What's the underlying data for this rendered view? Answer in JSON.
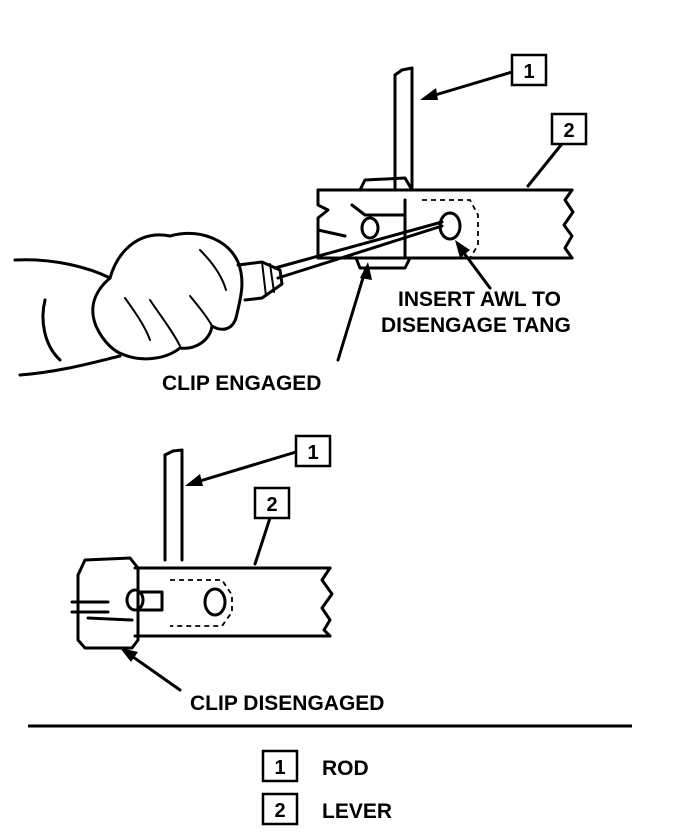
{
  "top_view": {
    "callout_rod": "1",
    "callout_lever": "2",
    "label_awl_line1": "INSERT AWL TO",
    "label_awl_line2": "DISENGAGE TANG",
    "label_engaged": "CLIP ENGAGED"
  },
  "bottom_view": {
    "callout_rod": "1",
    "callout_lever": "2",
    "label_disengaged": "CLIP DISENGAGED"
  },
  "legend": {
    "items": [
      {
        "number": "1",
        "label": "ROD"
      },
      {
        "number": "2",
        "label": "LEVER"
      }
    ]
  }
}
